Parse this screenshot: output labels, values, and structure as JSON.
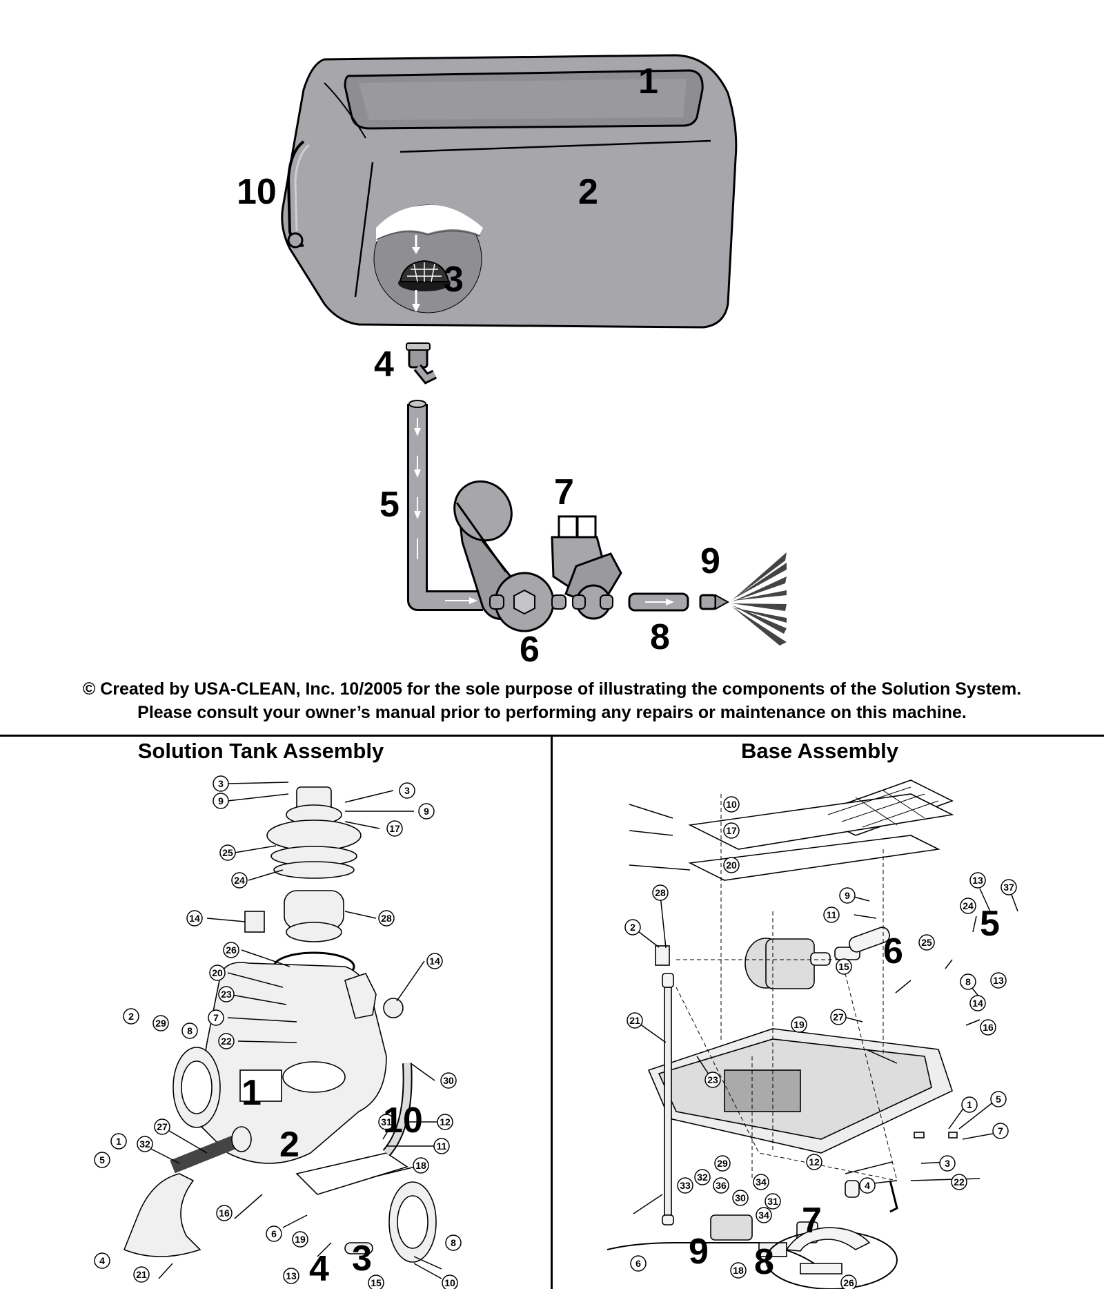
{
  "main": {
    "labels": [
      "1",
      "2",
      "3",
      "4",
      "5",
      "6",
      "7",
      "8",
      "9",
      "10"
    ]
  },
  "notice": {
    "line1": "© Created by USA-CLEAN, Inc. 10/2005 for the sole purpose of illustrating the components of the Solution System.",
    "line2": "Please consult your owner’s manual prior to performing any repairs or maintenance on this machine."
  },
  "solution_tank": {
    "title": "Solution Tank Assembly",
    "callouts": [
      "3",
      "9",
      "3",
      "9",
      "17",
      "25",
      "24",
      "28",
      "14",
      "26",
      "20",
      "23",
      "7",
      "22",
      "14",
      "2",
      "29",
      "8",
      "30",
      "31",
      "12",
      "11",
      "18",
      "27",
      "32",
      "1",
      "5",
      "16",
      "6",
      "19",
      "8",
      "4",
      "21",
      "13",
      "15",
      "10"
    ],
    "big": [
      "1",
      "2",
      "10",
      "4",
      "3"
    ]
  },
  "base": {
    "title": "Base Assembly",
    "callouts": [
      "10",
      "17",
      "20",
      "9",
      "11",
      "13",
      "37",
      "24",
      "28",
      "2",
      "25",
      "15",
      "8",
      "13",
      "14",
      "27",
      "16",
      "21",
      "19",
      "23",
      "1",
      "5",
      "7",
      "12",
      "3",
      "22",
      "4",
      "29",
      "32",
      "33",
      "36",
      "30",
      "34",
      "31",
      "34",
      "6",
      "18",
      "26"
    ],
    "big": [
      "6",
      "5",
      "7",
      "9",
      "8"
    ]
  },
  "colors": {
    "tank_fill": "#a7a7ab",
    "tank_light": "#c5c5c8",
    "line": "#000000",
    "white": "#ffffff"
  }
}
